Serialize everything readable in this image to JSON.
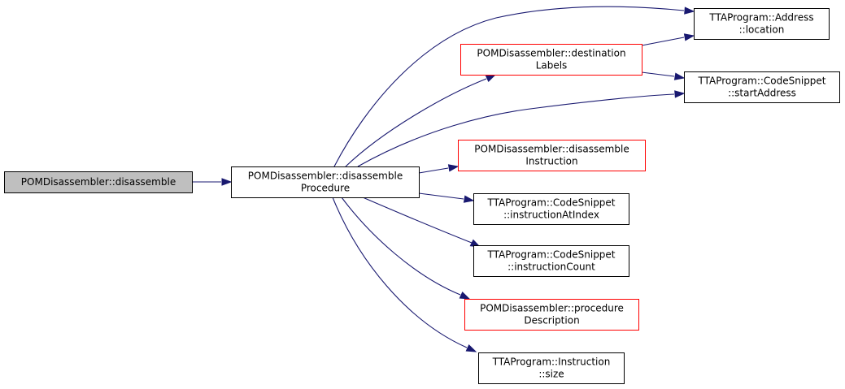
{
  "colors": {
    "edge": "#191970",
    "root_fill": "#bfbfbf",
    "root_stroke": "#000000",
    "node_fill": "#ffffff",
    "normal_stroke": "#000000",
    "highlight_stroke": "#ff0000",
    "text": "#000000"
  },
  "diagram": {
    "nodes": [
      {
        "id": "root",
        "lines": [
          "POMDisassembler::disassemble"
        ],
        "style": "root"
      },
      {
        "id": "proc",
        "lines": [
          "POMDisassembler::disassemble",
          "Procedure"
        ],
        "style": "normal"
      },
      {
        "id": "destLabels",
        "lines": [
          "POMDisassembler::destination",
          "Labels"
        ],
        "style": "highlight"
      },
      {
        "id": "addrLoc",
        "lines": [
          "TTAProgram::Address",
          "::location"
        ],
        "style": "normal"
      },
      {
        "id": "startAddr",
        "lines": [
          "TTAProgram::CodeSnippet",
          "::startAddress"
        ],
        "style": "normal"
      },
      {
        "id": "disInstr",
        "lines": [
          "POMDisassembler::disassemble",
          "Instruction"
        ],
        "style": "highlight"
      },
      {
        "id": "instrAtIndex",
        "lines": [
          "TTAProgram::CodeSnippet",
          "::instructionAtIndex"
        ],
        "style": "normal"
      },
      {
        "id": "instrCount",
        "lines": [
          "TTAProgram::CodeSnippet",
          "::instructionCount"
        ],
        "style": "normal"
      },
      {
        "id": "procDesc",
        "lines": [
          "POMDisassembler::procedure",
          "Description"
        ],
        "style": "highlight"
      },
      {
        "id": "instrSize",
        "lines": [
          "TTAProgram::Instruction",
          "::size"
        ],
        "style": "normal"
      }
    ],
    "edges": [
      {
        "from": "root",
        "to": "proc"
      },
      {
        "from": "proc",
        "to": "addrLoc"
      },
      {
        "from": "proc",
        "to": "destLabels"
      },
      {
        "from": "proc",
        "to": "startAddr"
      },
      {
        "from": "proc",
        "to": "disInstr"
      },
      {
        "from": "proc",
        "to": "instrAtIndex"
      },
      {
        "from": "proc",
        "to": "instrCount"
      },
      {
        "from": "proc",
        "to": "procDesc"
      },
      {
        "from": "proc",
        "to": "instrSize"
      },
      {
        "from": "destLabels",
        "to": "addrLoc"
      },
      {
        "from": "destLabels",
        "to": "startAddr"
      }
    ]
  }
}
